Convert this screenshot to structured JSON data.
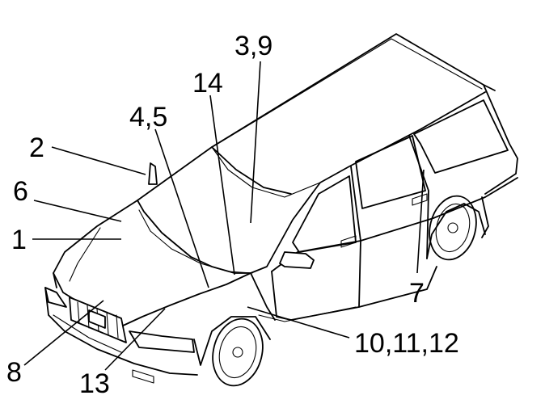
{
  "diagram": {
    "labels": {
      "l1": "1",
      "l2": "2",
      "l3": "3,9",
      "l4": "4,5",
      "l6": "6",
      "l7": "7",
      "l8": "8",
      "l10": "10,11,12",
      "l13": "13",
      "l14": "14"
    }
  }
}
